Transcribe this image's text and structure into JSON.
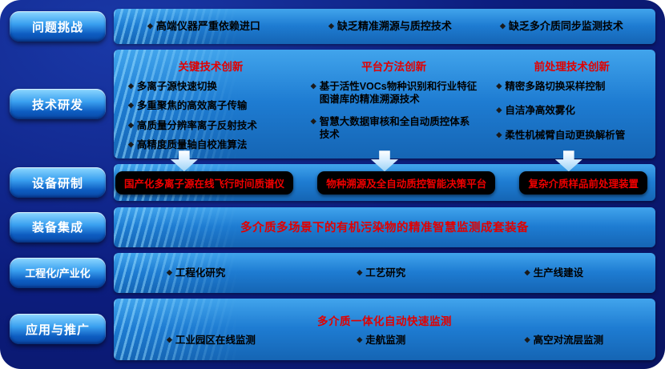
{
  "icons": {
    "diamond": "◆"
  },
  "colors": {
    "accent_red": "#e10000",
    "panel_blue": "#1e7cd2",
    "pill_blue": "#2a8ce0",
    "background_navy": "#0c1d7e",
    "box_black": "#000000"
  },
  "stages": [
    {
      "label": "问题挑战",
      "items": [
        "高端仪器严重依赖进口",
        "缺乏精准溯源与质控技术",
        "缺乏多介质同步监测技术"
      ]
    },
    {
      "label": "技术研发",
      "columns": [
        {
          "header": "关键技术创新",
          "items": [
            "多离子源快速切换",
            "多重聚焦的高效离子传输",
            "高质量分辨率离子反射技术",
            "高精度质量轴自校准算法"
          ]
        },
        {
          "header": "平台方法创新",
          "items": [
            "基于活性VOCs物种识别和行业特征图谱库的精准溯源技术",
            "智慧大数据审核和全自动质控体系技术"
          ]
        },
        {
          "header": "前处理技术创新",
          "items": [
            "精密多路切换采样控制",
            "自洁净高效雾化",
            "柔性机械臂自动更换解析管"
          ]
        }
      ]
    },
    {
      "label": "设备研制",
      "boxes": [
        "国产化多离子源在线飞行时间质谱仪",
        "物种溯源及全自动质控智能决策平台",
        "复杂介质样品前处理装置"
      ]
    },
    {
      "label": "装备集成",
      "highlight": "多介质多场景下的有机污染物的精准智慧监测成套装备"
    },
    {
      "label": "工程化/产业化",
      "items": [
        "工程化研究",
        "工艺研究",
        "生产线建设"
      ]
    },
    {
      "label": "应用与推广",
      "highlight": "多介质一体化自动快速监测",
      "items": [
        "工业园区在线监测",
        "走航监测",
        "高空对流层监测"
      ]
    }
  ]
}
